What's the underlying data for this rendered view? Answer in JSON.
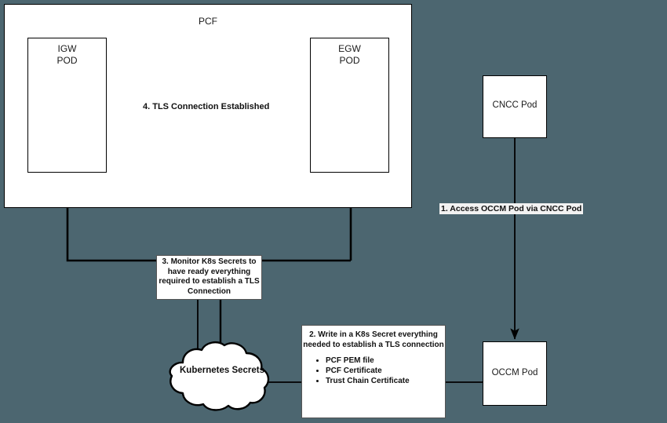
{
  "diagram": {
    "title": "PCF TLS Connection Establishment Flow",
    "background_color": "#4c6670",
    "node_fill": "#ffffff",
    "stroke_color": "#000000",
    "gray_edge_color": "#808080"
  },
  "pcf": {
    "label": "PCF"
  },
  "pods": {
    "igw": {
      "label": "IGW\nPOD"
    },
    "egw": {
      "label": "EGW\nPOD"
    },
    "cncc": {
      "label": "CNCC Pod"
    },
    "occm": {
      "label": "OCCM Pod"
    }
  },
  "cloud": {
    "label": "Kubernetes\nSecrets"
  },
  "edges": {
    "step1_label": "1. Access OCCM Pod via CNCC Pod",
    "step4_label": "4. TLS Connection Established"
  },
  "callouts": {
    "step3": {
      "text": "3. Monitor K8s Secrets\nto have ready everything\nrequired to establish a\nTLS Connection"
    },
    "step2": {
      "title": "2. Write in a K8s Secret everything\nneeded to establish a\nTLS connection",
      "items": [
        "PCF PEM file",
        "PCF Certificate",
        "Trust Chain Certificate"
      ]
    }
  }
}
